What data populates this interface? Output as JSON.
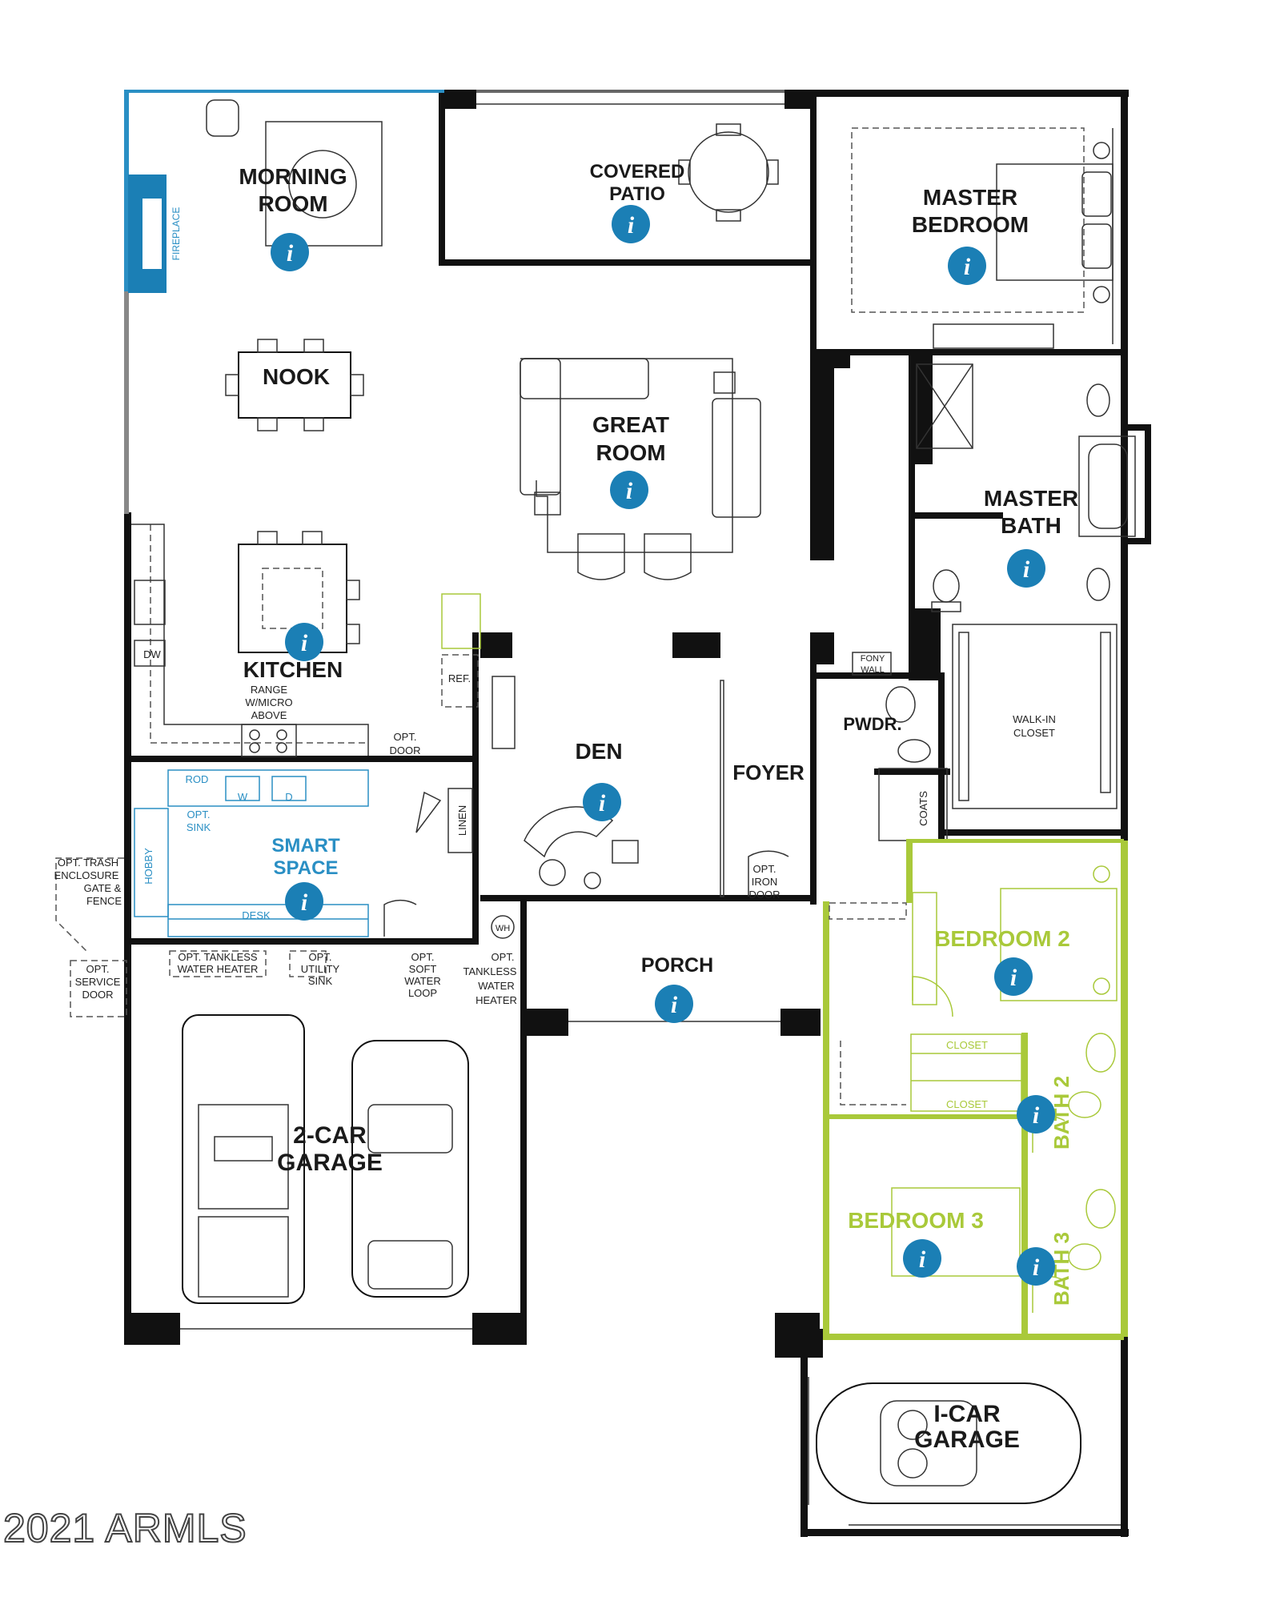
{
  "rooms": {
    "morning_room": [
      "MORNING",
      "ROOM"
    ],
    "covered_patio": [
      "COVERED",
      "PATIO"
    ],
    "master_bedroom": [
      "MASTER",
      "BEDROOM"
    ],
    "nook": "NOOK",
    "great_room": [
      "GREAT",
      "ROOM"
    ],
    "master_bath": [
      "MASTER",
      "BATH"
    ],
    "kitchen": "KITCHEN",
    "den": "DEN",
    "foyer": "FOYER",
    "pwdr": "PWDR.",
    "smart_space": [
      "SMART",
      "SPACE"
    ],
    "bedroom_2": "BEDROOM 2",
    "porch": "PORCH",
    "bath_2": "BATH 2",
    "garage_2car": [
      "2-CAR",
      "GARAGE"
    ],
    "bedroom_3": "BEDROOM 3",
    "bath_3": "BATH 3",
    "garage_1car": [
      "I-CAR",
      "GARAGE"
    ]
  },
  "labels": {
    "fireplace": "FIREPLACE",
    "range": [
      "RANGE",
      "W/MICRO",
      "ABOVE"
    ],
    "dw": "DW",
    "ref": "REF.",
    "opt_door": [
      "OPT.",
      "DOOR"
    ],
    "linen": "LINEN",
    "font_wall": [
      "FONY",
      "WALL"
    ],
    "walk_in_closet": [
      "WALK-IN",
      "CLOSET"
    ],
    "coats": "COATS",
    "opt_iron_door": [
      "OPT.",
      "IRON",
      "DOOR"
    ],
    "rod": "ROD",
    "w": "W",
    "d": "D",
    "opt_sink": [
      "OPT.",
      "SINK"
    ],
    "hobby": "HOBBY",
    "desk": "DESK",
    "opt_trash": [
      "OPT. TRASH",
      "ENCLOSURE",
      "GATE &",
      "FENCE"
    ],
    "opt_service_door": [
      "OPT.",
      "SERVICE",
      "DOOR"
    ],
    "opt_tankless_1": [
      "OPT. TANKLESS",
      "WATER HEATER"
    ],
    "opt_utility_sink": [
      "OPT.",
      "UTILITY",
      "SINK"
    ],
    "opt_soft_water": [
      "OPT.",
      "SOFT",
      "WATER",
      "LOOP"
    ],
    "opt_tankless_2": [
      "OPT.",
      "TANKLESS",
      "WATER",
      "HEATER"
    ],
    "wh": "WH",
    "closet_1": "CLOSET",
    "closet_2": "CLOSET"
  },
  "info_icon": "i",
  "colors": {
    "info": "#1b7fb5",
    "smart_space": "#2a8fc4",
    "secondary_suite": "#a9c93a",
    "walls": "#111111"
  },
  "copyright": "2021 ARMLS"
}
